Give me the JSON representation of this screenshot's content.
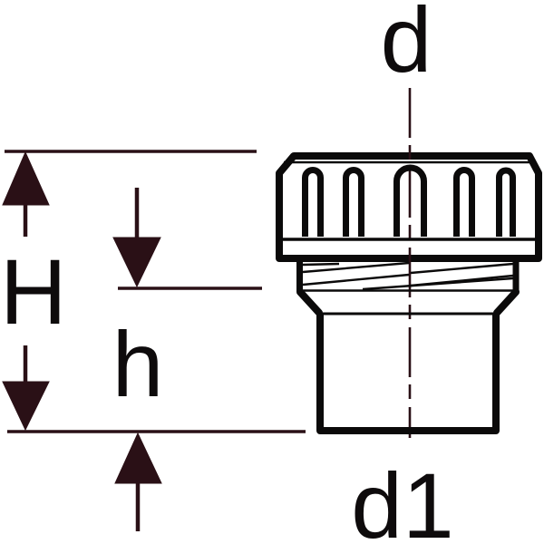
{
  "drawing": {
    "labels": {
      "top_diameter": "d",
      "total_height": "H",
      "partial_height": "h",
      "bottom_diameter": "d1"
    },
    "colors": {
      "background": "#ffffff",
      "part_outline": "#0b0a0a",
      "dimension_lines": "#2a1016"
    }
  }
}
